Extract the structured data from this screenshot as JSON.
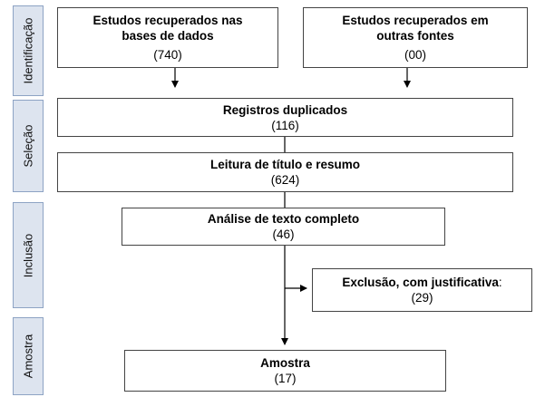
{
  "stages": {
    "identificacao": "Identificação",
    "selecao": "Seleção",
    "inclusao": "Inclusão",
    "amostra": "Amostra"
  },
  "boxes": {
    "databases": {
      "title_line1": "Estudos recuperados nas",
      "title_line2": "bases de dados",
      "count": "(740)"
    },
    "other_sources": {
      "title_line1": "Estudos recuperados em",
      "title_line2": "outras fontes",
      "count": "(00)"
    },
    "duplicates": {
      "title": "Registros duplicados",
      "count": "(116)"
    },
    "screening": {
      "title": "Leitura de título e resumo",
      "count": "(624)"
    },
    "full_text": {
      "title": "Análise de texto completo",
      "count": "(46)"
    },
    "exclusion": {
      "title": "Exclusão, com justificativa",
      "suffix": ":",
      "count": "(29)"
    },
    "sample": {
      "title": "Amostra",
      "count": "(17)"
    }
  }
}
